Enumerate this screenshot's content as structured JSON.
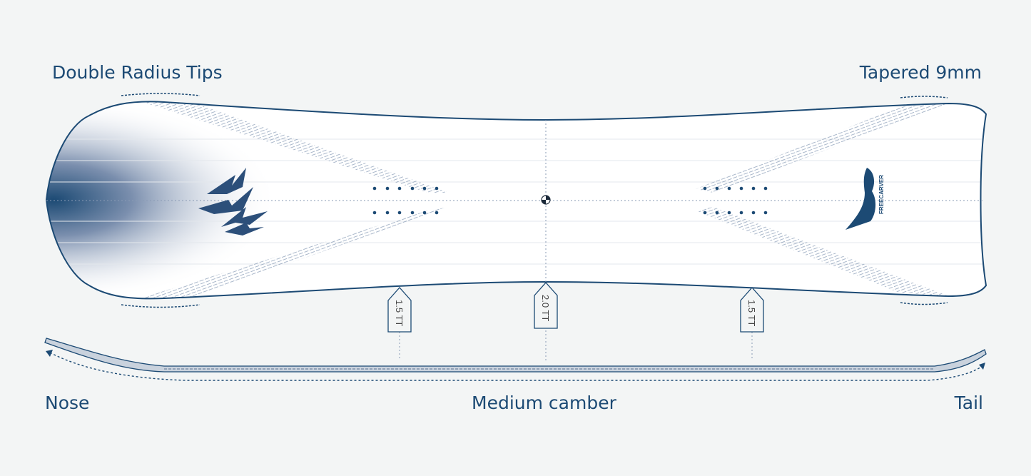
{
  "labels": {
    "nose_profile": "Double Radius Tips",
    "tail_profile": "Tapered 9mm",
    "nose": "Nose",
    "camber": "Medium camber",
    "tail": "Tail"
  },
  "tags": [
    "1.5 TT",
    "2.0 TT",
    "1.5 TT"
  ],
  "logo_text": "FREECARVER",
  "colors": {
    "primary": "#1c4a74",
    "background": "#f3f5f5"
  }
}
